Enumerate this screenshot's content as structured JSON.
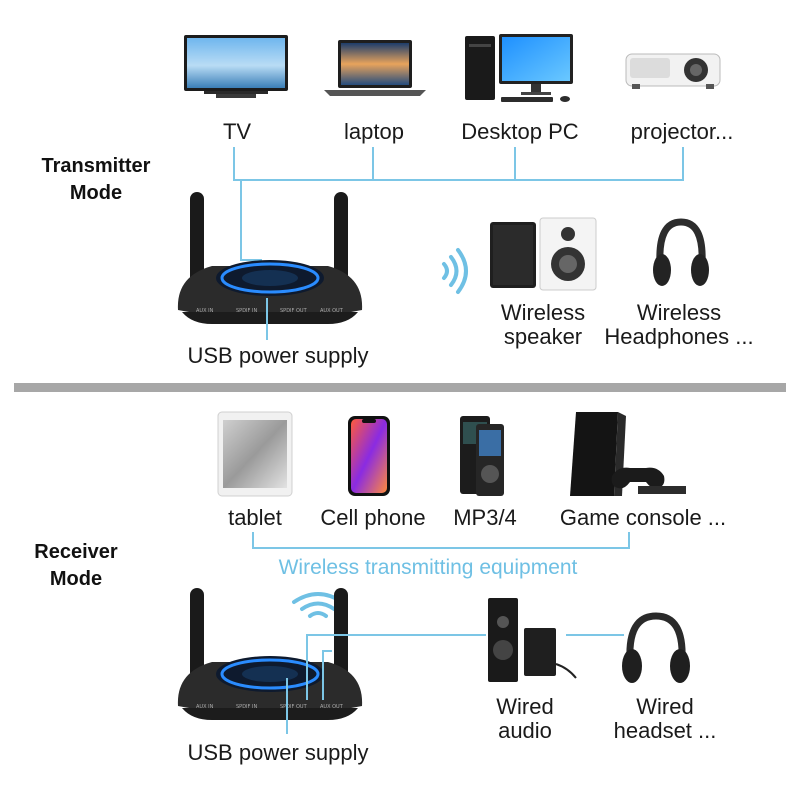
{
  "transmitter": {
    "mode_line1": "Transmitter",
    "mode_line2": "Mode",
    "sources": [
      {
        "label": "TV",
        "icon": "tv-icon"
      },
      {
        "label": "laptop",
        "icon": "laptop-icon"
      },
      {
        "label": "Desktop PC",
        "icon": "desktop-pc-icon"
      },
      {
        "label": "projector...",
        "icon": "projector-icon"
      }
    ],
    "outputs": [
      {
        "line1": "Wireless",
        "line2": "speaker",
        "icon": "speaker-icon"
      },
      {
        "line1": "Wireless",
        "line2": "Headphones ...",
        "icon": "headphones-icon"
      }
    ],
    "power": "USB power supply"
  },
  "receiver": {
    "mode_line1": "Receiver",
    "mode_line2": "Mode",
    "sources": [
      {
        "label": "tablet",
        "icon": "tablet-icon"
      },
      {
        "label": "Cell phone",
        "icon": "phone-icon"
      },
      {
        "label": "MP3/4",
        "icon": "mp3-player-icon"
      },
      {
        "label": "Game console ...",
        "icon": "game-console-icon"
      }
    ],
    "wireless_caption": "Wireless transmitting equipment",
    "outputs": [
      {
        "line1": "Wired",
        "line2": "audio",
        "icon": "wired-speaker-icon"
      },
      {
        "line1": "Wired",
        "line2": "headset ...",
        "icon": "wired-headset-icon"
      }
    ],
    "power": "USB power supply"
  },
  "device_ports": [
    "AUX IN",
    "SPDIF IN",
    "SPDIF OUT",
    "AUX OUT"
  ],
  "colors": {
    "connector_line": "#7cc6e6",
    "divider": "#a7a7a7",
    "caption": "#6fc0e4",
    "device_glow": "#2a8cff"
  }
}
